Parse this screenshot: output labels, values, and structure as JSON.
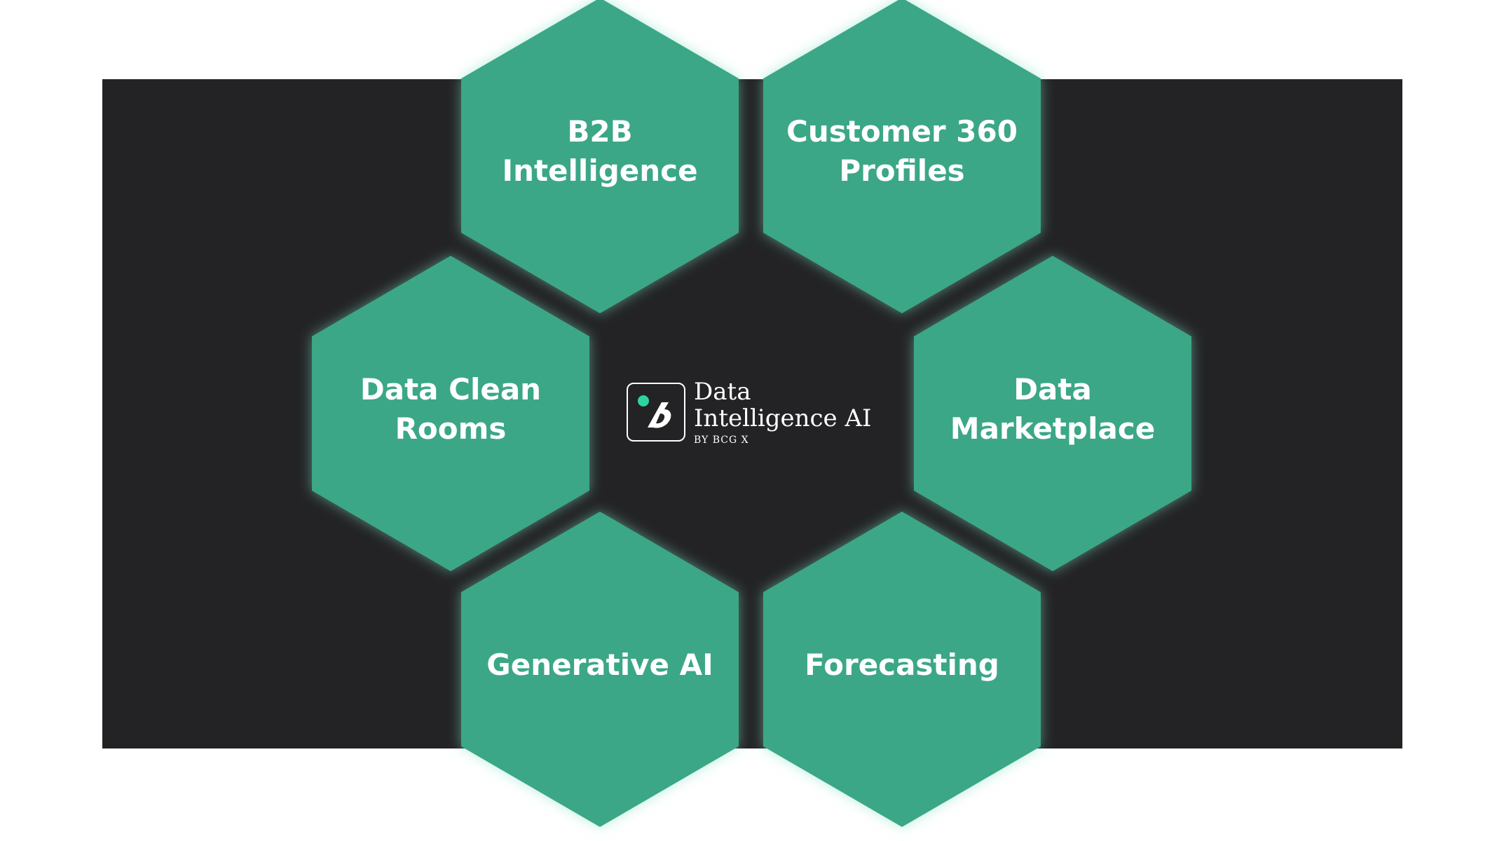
{
  "diagram": {
    "center": {
      "title_line1": "Data",
      "title_line2": "Intelligence AI",
      "byline": "BY BCG X"
    },
    "hexagons": [
      {
        "id": "b2b",
        "label": "B2B Intelligence"
      },
      {
        "id": "c360",
        "label": "Customer 360\nProfiles"
      },
      {
        "id": "dcr",
        "label": "Data Clean\nRooms"
      },
      {
        "id": "market",
        "label": "Data\nMarketplace"
      },
      {
        "id": "genai",
        "label": "Generative AI"
      },
      {
        "id": "forecast",
        "label": "Forecasting"
      }
    ],
    "colors": {
      "hex_fill": "#3aa787",
      "panel": "#232325",
      "accent_dot": "#2ed3a1",
      "text": "#ffffff"
    }
  }
}
